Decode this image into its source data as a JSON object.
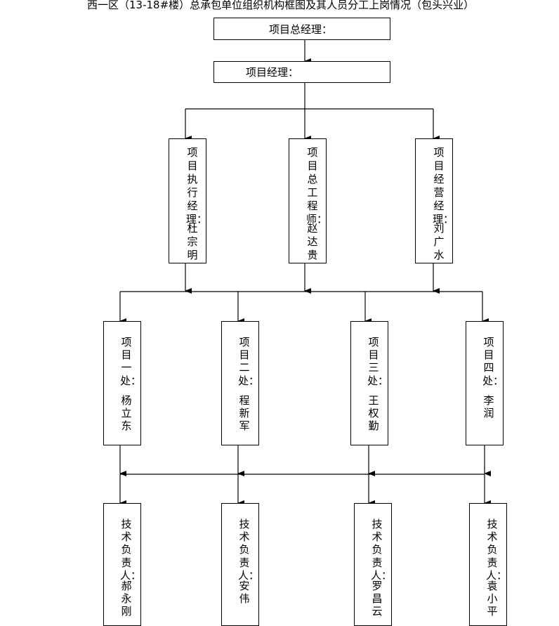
{
  "title": "西一区（13-18#楼）总承包单位组织机构框图及其人员分工上岗情况（包头兴业）",
  "colors": {
    "line": "#000000",
    "background": "#ffffff"
  },
  "top": [
    {
      "text": "项目总经理："
    },
    {
      "text": "项目经理："
    }
  ],
  "level2": [
    {
      "role": "项目执行经理：",
      "person": "杜宗明"
    },
    {
      "role": "项目总工程师：",
      "person": "赵达贵"
    },
    {
      "role": "项目经营经理：",
      "person": "刘广水"
    }
  ],
  "level3": [
    {
      "role": "项目一处：",
      "person": "杨立东"
    },
    {
      "role": "项目二处：",
      "person": "程新军"
    },
    {
      "role": "项目三处：",
      "person": "王权勤"
    },
    {
      "role": "项目四处：",
      "person": "李 润"
    }
  ],
  "level4": [
    {
      "role": "技术负责人：",
      "person": "郝永刚"
    },
    {
      "role": "技术负责人：",
      "person": "安 伟"
    },
    {
      "role": "技术负责人：",
      "person": "罗昌云"
    },
    {
      "role": "技术负责人：",
      "person": "袁小平"
    }
  ]
}
